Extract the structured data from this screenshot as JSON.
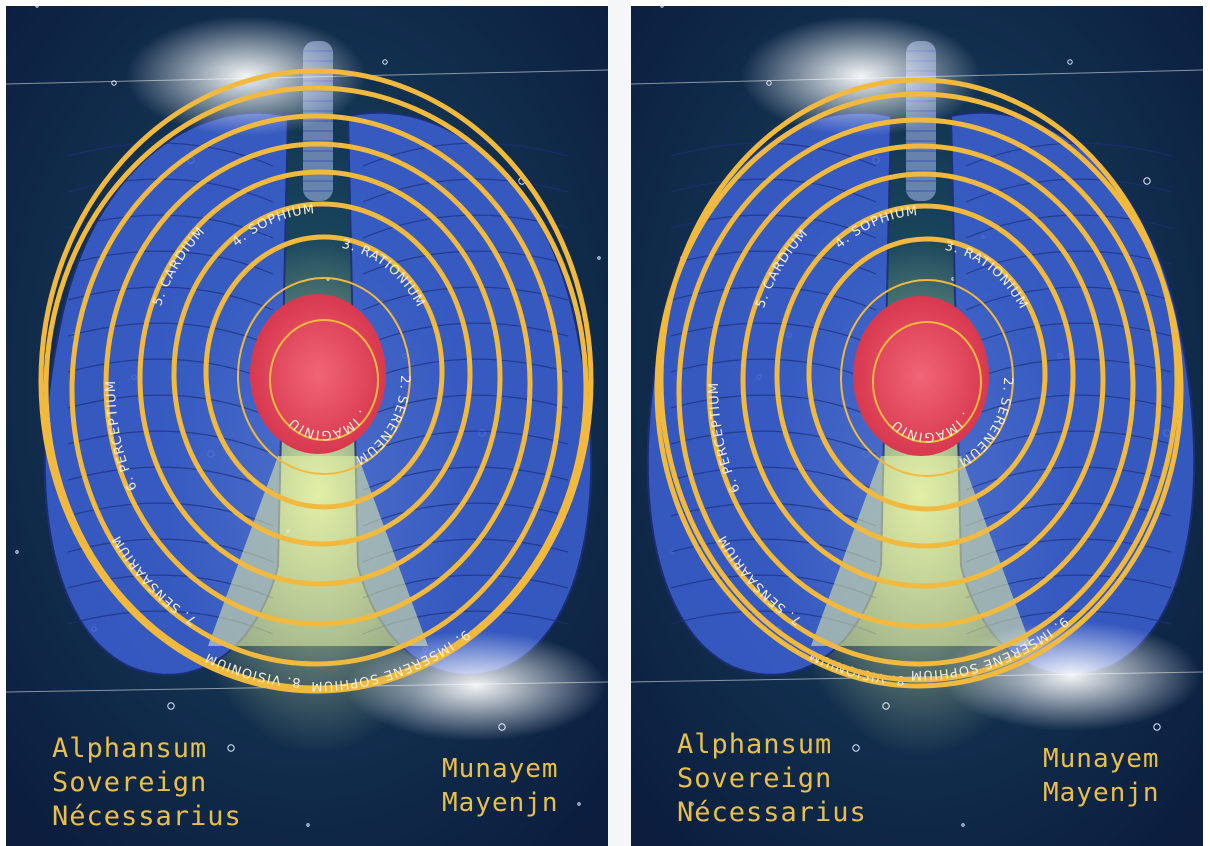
{
  "artwork": {
    "center_label": "1. IMAGINIUM",
    "rings": [
      {
        "label": "1. IMAGINIUM"
      },
      {
        "label": "2. SERENEUM"
      },
      {
        "label": "3. RATIONIUM"
      },
      {
        "label": "4. SOPHIUM"
      },
      {
        "label": "5. CARDIUM"
      },
      {
        "label": "6. PERCEPTIUM"
      },
      {
        "label": "7. SENSAARIUM"
      },
      {
        "label": "8. VISIONIUM"
      },
      {
        "label": "9. IMSERENE SOPHIUM"
      }
    ],
    "colors": {
      "background": "#0c1d3e",
      "ring": "#f1b93d",
      "lungs": "#3b5fd0",
      "core": "#d8384f",
      "glow": "#e7f2a8"
    }
  },
  "left_poster": {
    "title_lines": "Alphansum\nSovereign\nNécessarius",
    "author_lines": "Munayem\nMayenjn"
  },
  "right_poster": {
    "title_lines": "Alphansum\nSovereign\nNécessarius",
    "author_lines": "Munayem\nMayenjn"
  }
}
